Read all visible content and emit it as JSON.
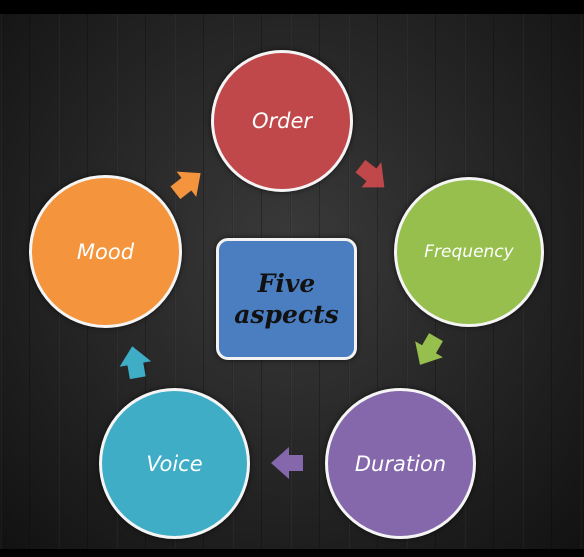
{
  "diagram": {
    "center": {
      "label": "Five aspects",
      "color": "#4a7ec0"
    },
    "nodes": [
      {
        "id": "order",
        "label": "Order",
        "color": "#c0474a"
      },
      {
        "id": "frequency",
        "label": "Frequency",
        "color": "#97bf4e"
      },
      {
        "id": "duration",
        "label": "Duration",
        "color": "#8468ab"
      },
      {
        "id": "voice",
        "label": "Voice",
        "color": "#3fadc6"
      },
      {
        "id": "mood",
        "label": "Mood",
        "color": "#f4943d"
      }
    ],
    "arrows": [
      {
        "from": "order",
        "to": "frequency",
        "color": "#c0474a"
      },
      {
        "from": "frequency",
        "to": "duration",
        "color": "#97bf4e"
      },
      {
        "from": "duration",
        "to": "voice",
        "color": "#8468ab"
      },
      {
        "from": "voice",
        "to": "mood",
        "color": "#3fadc6"
      },
      {
        "from": "mood",
        "to": "order",
        "color": "#f4943d"
      }
    ],
    "background": "#2b2b2b"
  }
}
